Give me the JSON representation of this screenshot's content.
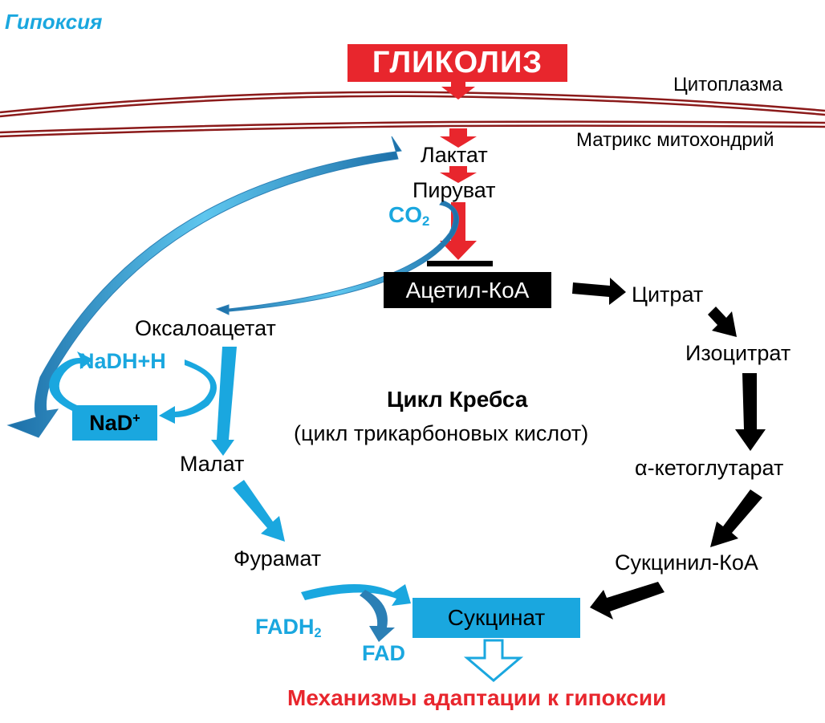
{
  "header": {
    "label": "Гипоксия"
  },
  "glycolysis": {
    "label": "ГЛИКОЛИЗ"
  },
  "compartments": {
    "cytoplasm": "Цитоплазма",
    "matrix": "Матрикс митохондрий"
  },
  "metabolites": {
    "lactate": "Лактат",
    "pyruvate": "Пируват",
    "acetyl_coa": "Ацетил-КоА",
    "citrate": "Цитрат",
    "isocitrate": "Изоцитрат",
    "alpha_ketoglutarate": "α-кетоглутарат",
    "succinyl_coa": "Сукцинил-КоА",
    "succinate": "Сукцинат",
    "fumarate": "Фурамат",
    "malate": "Малат",
    "oxaloacetate": "Оксалоацетат"
  },
  "cofactors": {
    "co2": {
      "base": "CO",
      "sub": "2"
    },
    "nadh": "NaDH+H",
    "nad": {
      "base": "NaD",
      "sup": "+"
    },
    "fadh2": {
      "base": "FADH",
      "sub": "2"
    },
    "fad": "FAD"
  },
  "cycle": {
    "title": "Цикл Кребса",
    "subtitle": "(цикл трикарбоновых кислот)"
  },
  "outcome": {
    "label": "Механизмы адаптации к гипоксии"
  },
  "colors": {
    "red": "#e8262d",
    "blue": "#1aa7df",
    "black": "#000000",
    "membrane": "#8b1a1a",
    "box_blue": "#1aa7df"
  }
}
